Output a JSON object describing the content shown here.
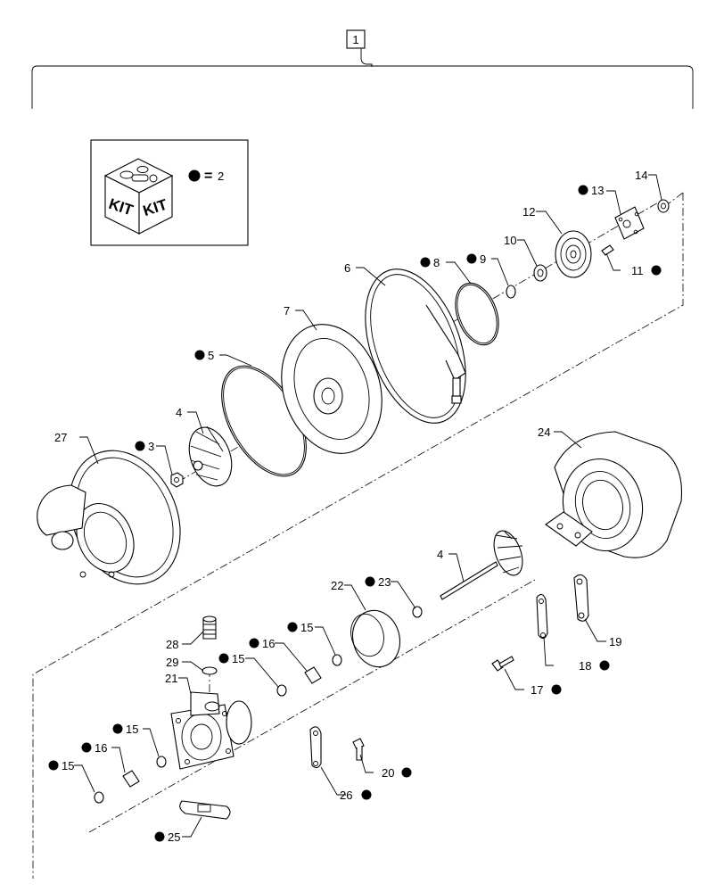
{
  "assembly_label": "1",
  "kit": {
    "kit_text_left": "KIT",
    "kit_text_right": "KIT",
    "legend_equals": "=",
    "legend_value": "2"
  },
  "callouts": [
    {
      "id": "c3",
      "label": "3",
      "kit": true
    },
    {
      "id": "c4a",
      "label": "4",
      "kit": false
    },
    {
      "id": "c4b",
      "label": "4",
      "kit": false
    },
    {
      "id": "c5",
      "label": "5",
      "kit": true
    },
    {
      "id": "c6",
      "label": "6",
      "kit": false
    },
    {
      "id": "c7",
      "label": "7",
      "kit": false
    },
    {
      "id": "c8",
      "label": "8",
      "kit": true
    },
    {
      "id": "c9",
      "label": "9",
      "kit": true
    },
    {
      "id": "c10",
      "label": "10",
      "kit": false
    },
    {
      "id": "c11",
      "label": "11",
      "kit": true
    },
    {
      "id": "c12",
      "label": "12",
      "kit": false
    },
    {
      "id": "c13",
      "label": "13",
      "kit": true
    },
    {
      "id": "c14",
      "label": "14",
      "kit": false
    },
    {
      "id": "c15a",
      "label": "15",
      "kit": true
    },
    {
      "id": "c15b",
      "label": "15",
      "kit": true
    },
    {
      "id": "c15c",
      "label": "15",
      "kit": true
    },
    {
      "id": "c15d",
      "label": "15",
      "kit": true
    },
    {
      "id": "c16a",
      "label": "16",
      "kit": true
    },
    {
      "id": "c16b",
      "label": "16",
      "kit": true
    },
    {
      "id": "c17",
      "label": "17",
      "kit": true
    },
    {
      "id": "c18",
      "label": "18",
      "kit": true
    },
    {
      "id": "c19",
      "label": "19",
      "kit": false
    },
    {
      "id": "c20",
      "label": "20",
      "kit": true
    },
    {
      "id": "c21",
      "label": "21",
      "kit": false
    },
    {
      "id": "c22",
      "label": "22",
      "kit": false
    },
    {
      "id": "c23",
      "label": "23",
      "kit": true
    },
    {
      "id": "c24",
      "label": "24",
      "kit": false
    },
    {
      "id": "c25",
      "label": "25",
      "kit": true
    },
    {
      "id": "c26",
      "label": "26",
      "kit": true
    },
    {
      "id": "c27",
      "label": "27",
      "kit": false
    },
    {
      "id": "c28",
      "label": "28",
      "kit": false
    },
    {
      "id": "c29",
      "label": "29",
      "kit": false
    }
  ]
}
